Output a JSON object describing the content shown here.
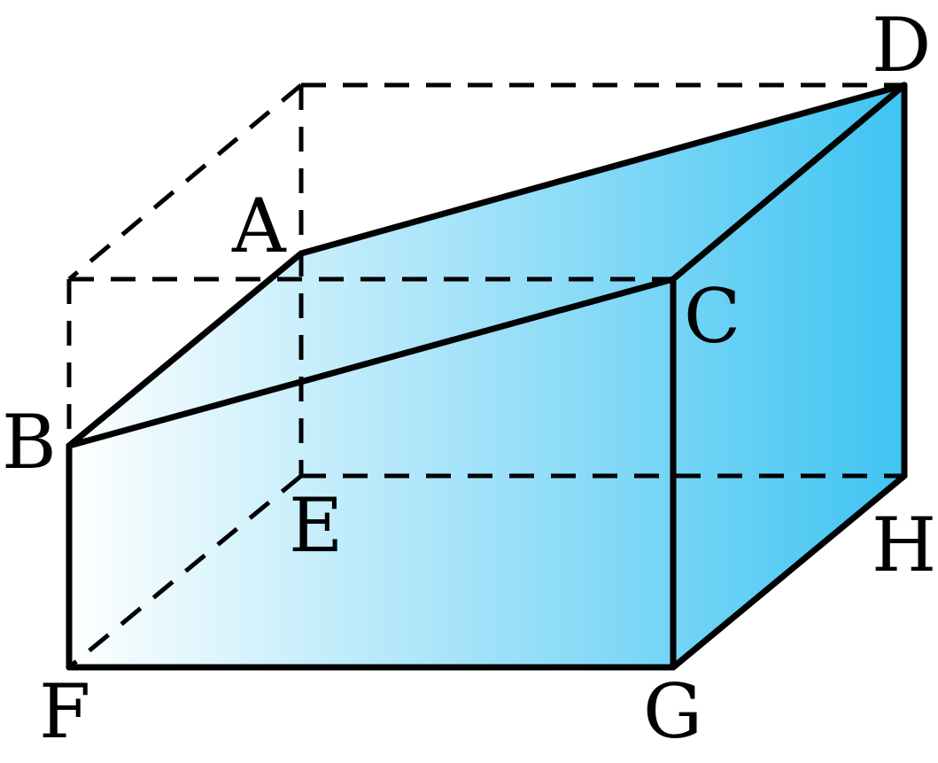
{
  "diagram": {
    "vertices": {
      "A": "A",
      "B": "B",
      "C": "C",
      "D": "D",
      "E": "E",
      "F": "F",
      "G": "G",
      "H": "H"
    },
    "colors": {
      "gradient_start": "#ffffff",
      "gradient_end": "#3fc4f2",
      "edge": "#000000"
    }
  }
}
